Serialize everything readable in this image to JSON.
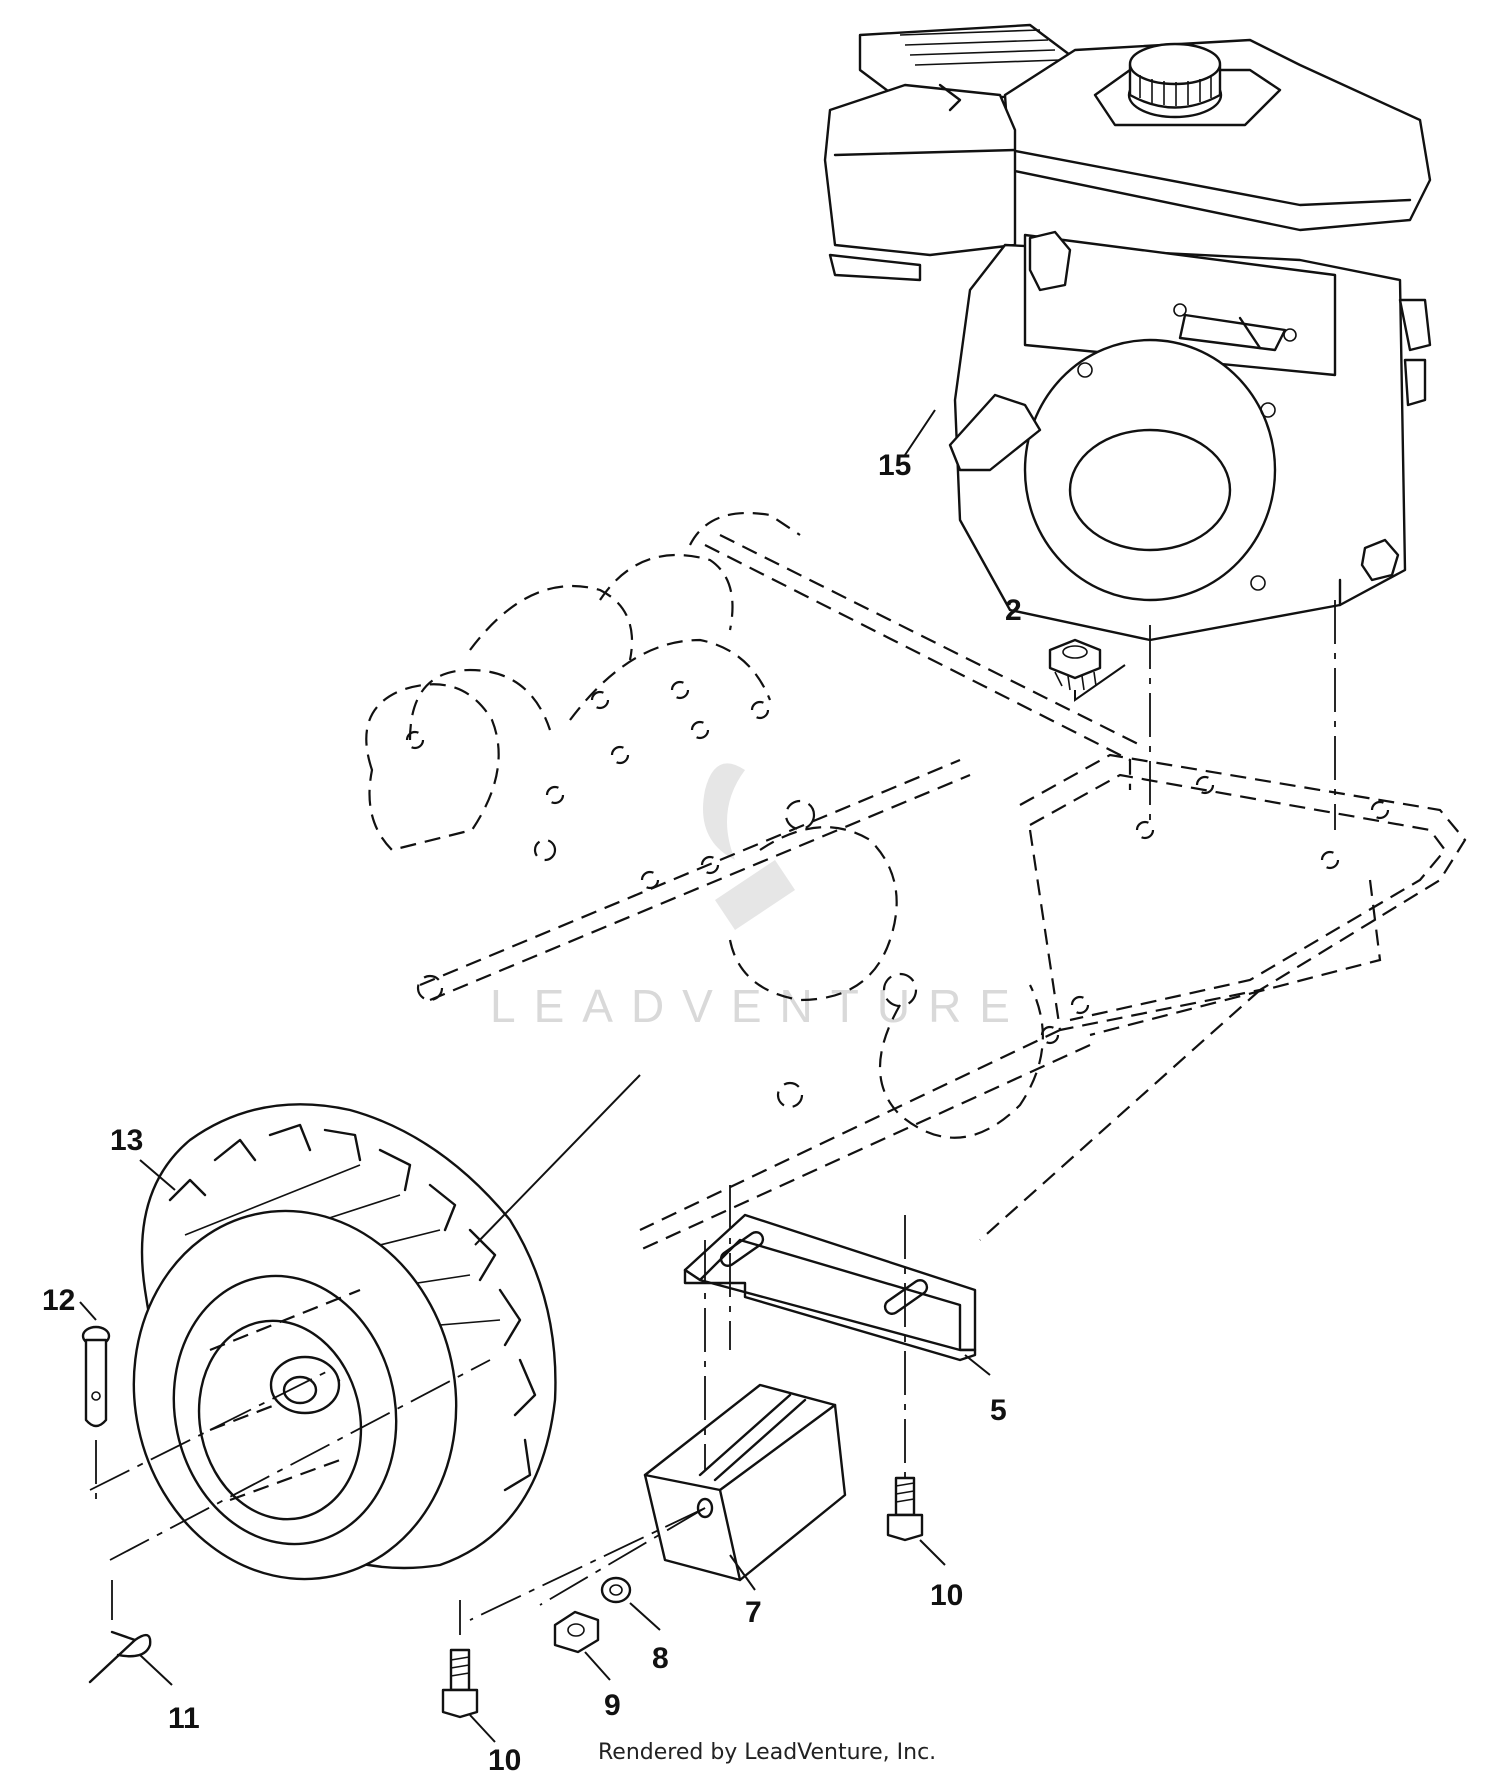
{
  "callouts": [
    {
      "id": "15",
      "label": "15"
    },
    {
      "id": "2",
      "label": "2"
    },
    {
      "id": "13",
      "label": "13"
    },
    {
      "id": "12",
      "label": "12"
    },
    {
      "id": "5",
      "label": "5"
    },
    {
      "id": "7",
      "label": "7"
    },
    {
      "id": "10a",
      "label": "10"
    },
    {
      "id": "10b",
      "label": "10"
    },
    {
      "id": "8",
      "label": "8"
    },
    {
      "id": "9",
      "label": "9"
    },
    {
      "id": "11",
      "label": "11"
    }
  ],
  "watermark": "LEADVENTURE",
  "credit": "Rendered by LeadVenture, Inc."
}
